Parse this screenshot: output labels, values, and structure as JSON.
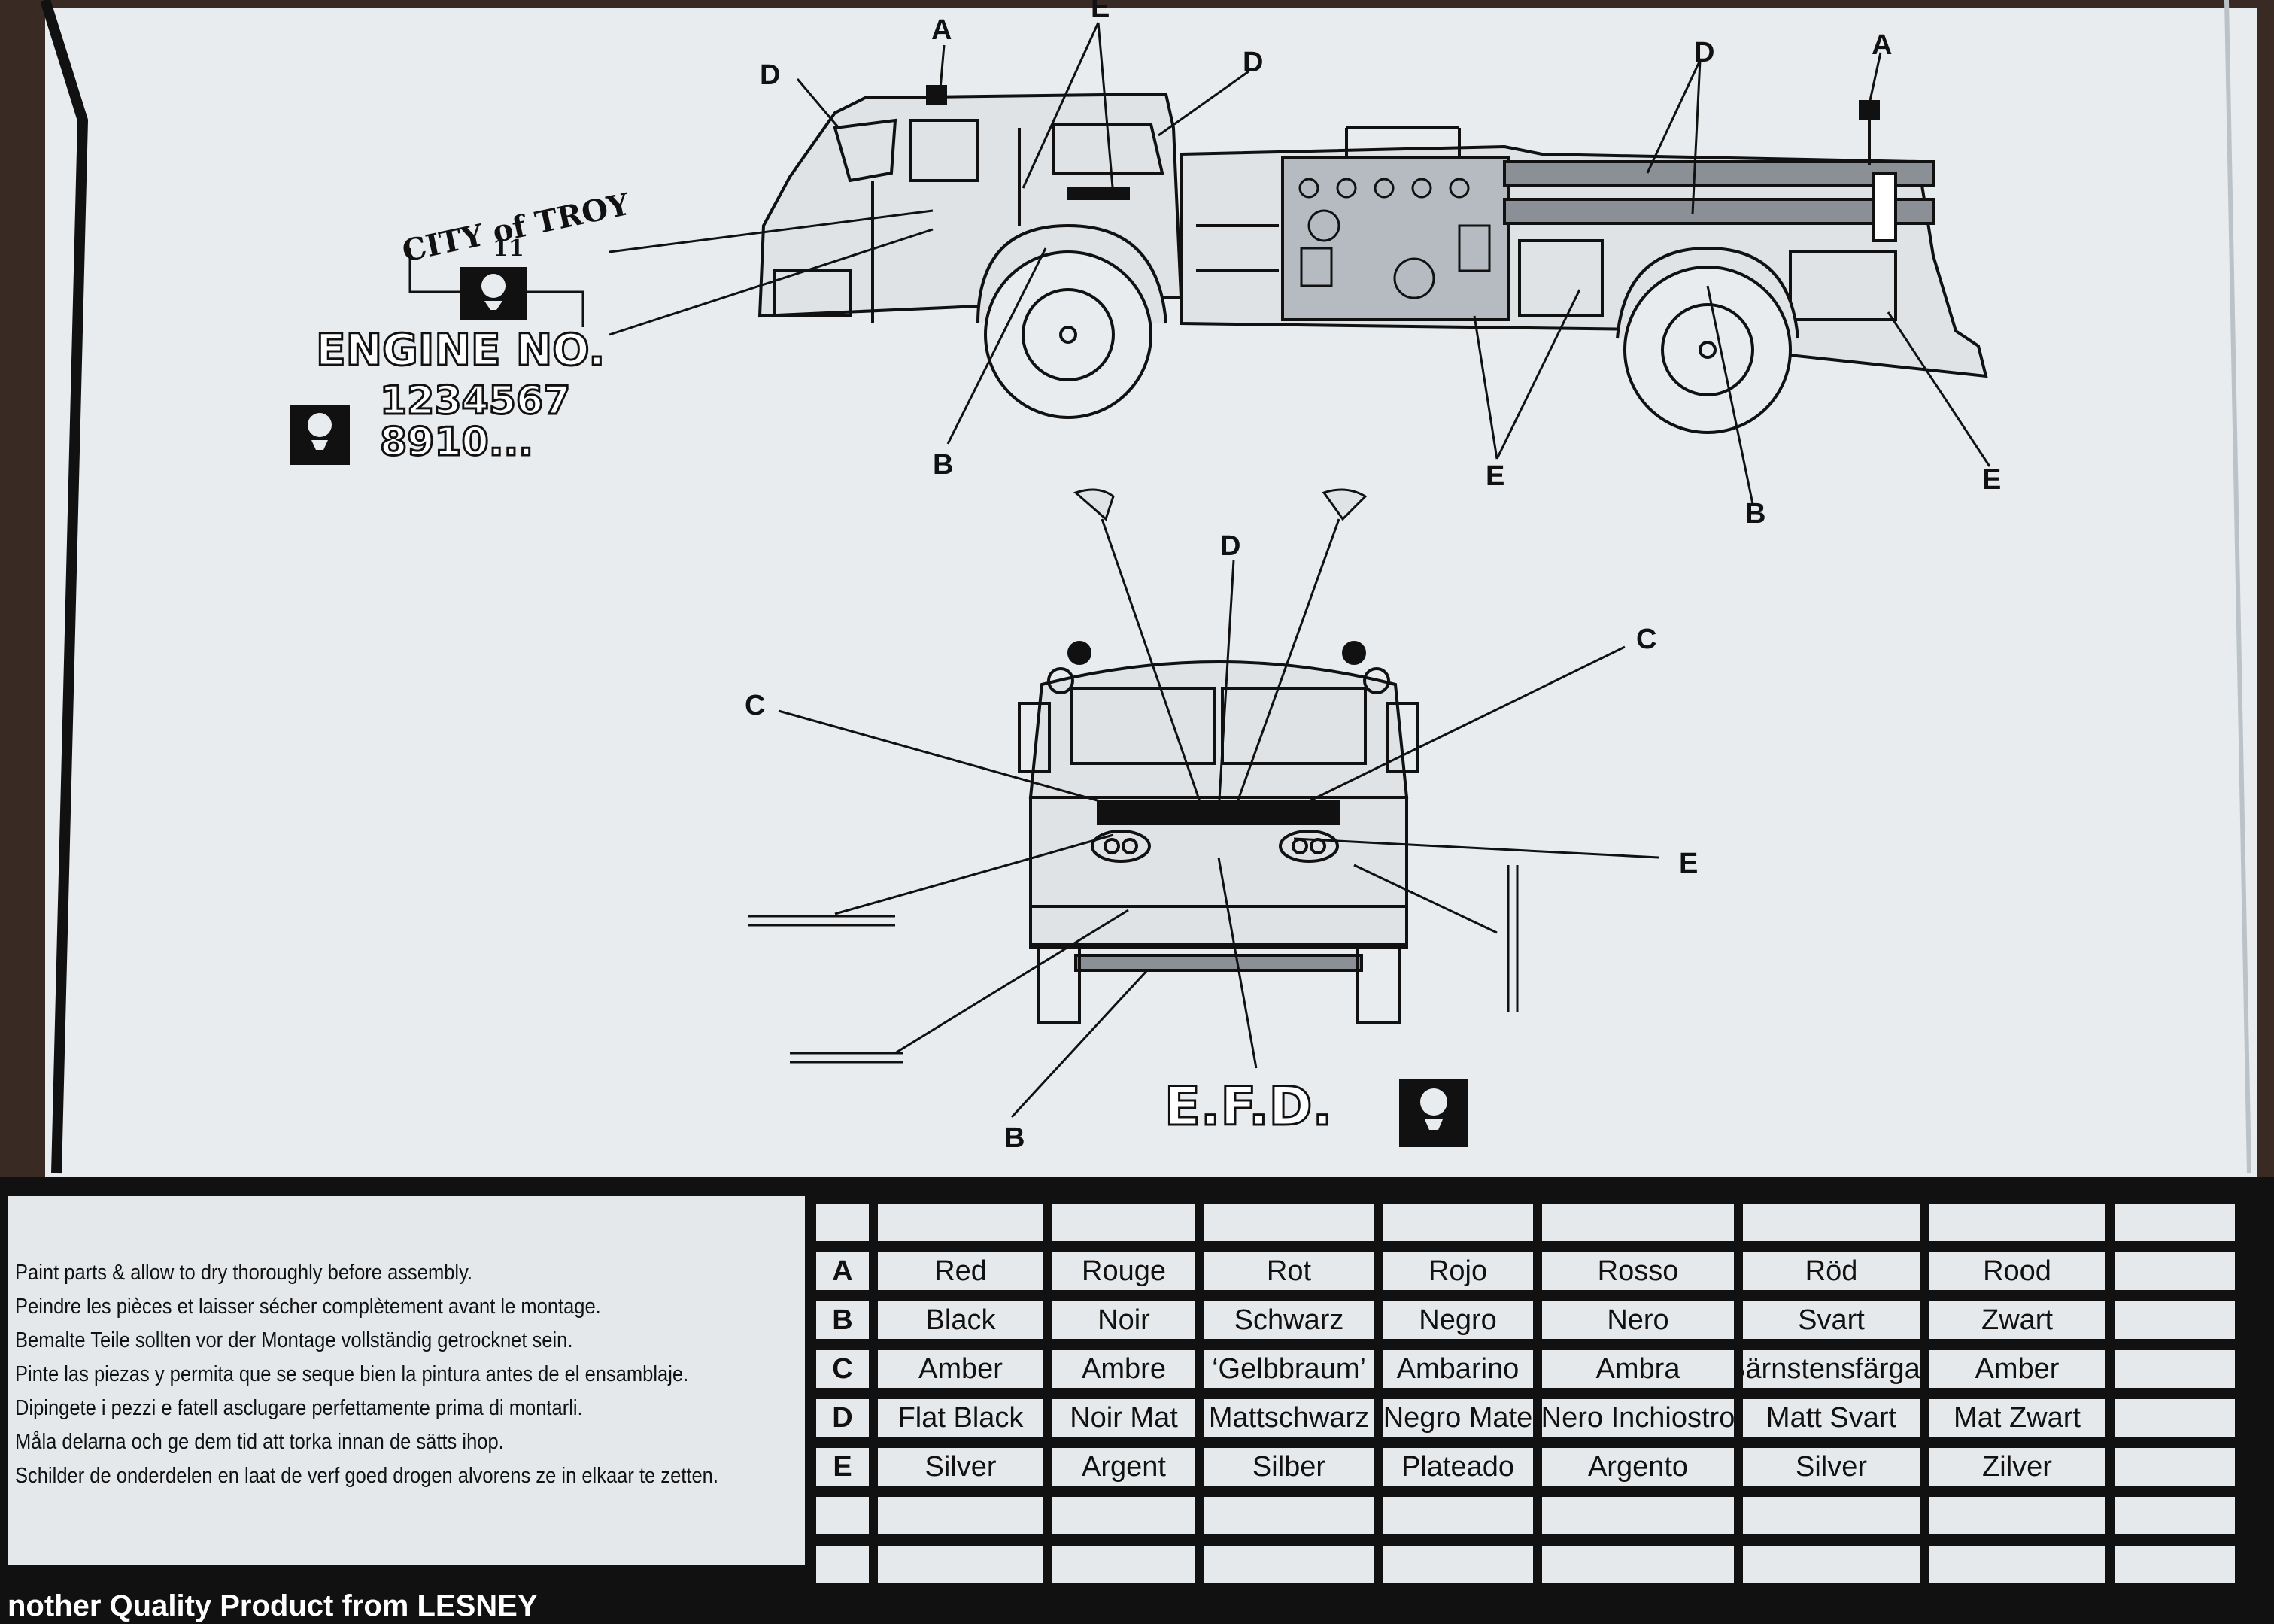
{
  "diagram": {
    "side_view_labels": {
      "a_left": "A",
      "a_right": "A",
      "e_top": "E",
      "d_left": "D",
      "d_mid": "D",
      "d_right": "D",
      "b_left": "B",
      "b_right": "B",
      "e_mid": "E",
      "e_right": "E"
    },
    "front_view_labels": {
      "d_top": "D",
      "c_left": "C",
      "c_right": "C",
      "e_right": "E",
      "b_bottom": "B"
    },
    "decals": {
      "city_text": "CITY of TROY",
      "city_number": "11",
      "engine_text": "ENGINE NO.",
      "numbers_line1": "1234567",
      "numbers_line2": "8910...",
      "efd_text": "E.F.D."
    }
  },
  "instructions": [
    "Paint parts & allow to dry thoroughly before assembly.",
    "Peindre les pièces et laisser sécher complètement avant le montage.",
    "Bemalte Teile sollten vor der Montage vollständig getrocknet sein.",
    "Pinte las piezas y permita que se seque bien la pintura antes de el ensamblaje.",
    "Dipingete i pezzi e fatell asclugare perfettamente prima di montarli.",
    "Måla delarna och ge dem tid att torka innan de sätts ihop.",
    "Schilder de onderdelen en laat de verf goed drogen alvorens ze in elkaar te zetten."
  ],
  "color_table": {
    "rows": [
      {
        "code": "A",
        "colors": [
          "Red",
          "Rouge",
          "Rot",
          "Rojo",
          "Rosso",
          "Röd",
          "Rood",
          ""
        ]
      },
      {
        "code": "B",
        "colors": [
          "Black",
          "Noir",
          "Schwarz",
          "Negro",
          "Nero",
          "Svart",
          "Zwart",
          ""
        ]
      },
      {
        "code": "C",
        "colors": [
          "Amber",
          "Ambre",
          "‘Gelbbraum’",
          "Ambarino",
          "Ambra",
          "Bärnstensfärgad",
          "Amber",
          ""
        ]
      },
      {
        "code": "D",
        "colors": [
          "Flat Black",
          "Noir Mat",
          "Mattschwarz",
          "Negro Mate",
          "Nero Inchiostro",
          "Matt Svart",
          "Mat Zwart",
          ""
        ]
      },
      {
        "code": "E",
        "colors": [
          "Silver",
          "Argent",
          "Silber",
          "Plateado",
          "Argento",
          "Silver",
          "Zilver",
          ""
        ]
      }
    ]
  },
  "footer": {
    "text": "nother Quality Product from LESNEY"
  }
}
